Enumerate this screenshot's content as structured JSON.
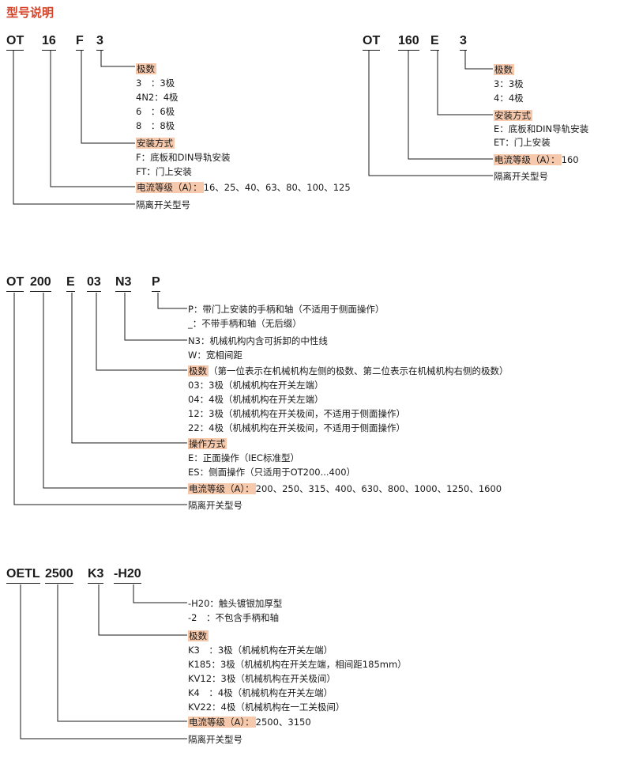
{
  "title": "型号说明",
  "block1": {
    "codes": [
      "OT",
      "16",
      "F",
      "3"
    ],
    "poles_title": "极数",
    "poles": [
      "3　：3极",
      "4N2：4极",
      "6　：6极",
      "8　：8极"
    ],
    "mount_title": "安装方式",
    "mount": [
      "F：底板和DIN导轨安装",
      "FT：门上安装"
    ],
    "current_title": "电流等级（A）：",
    "current_values": "16、25、40、63、80、100、125",
    "type": "隔离开关型号"
  },
  "block2": {
    "codes": [
      "OT",
      "160",
      "E",
      "3"
    ],
    "poles_title": "极数",
    "poles": [
      "3：3极",
      "4：4极"
    ],
    "mount_title": "安装方式",
    "mount": [
      "E：底板和DIN导轨安装",
      "ET：门上安装"
    ],
    "current_title": "电流等级（A）：",
    "current_values": "160",
    "type": "隔离开关型号"
  },
  "block3": {
    "codes": [
      "OT",
      "200",
      "E",
      "03",
      "N3",
      "P"
    ],
    "handle": [
      "P：带门上安装的手柄和轴（不适用于侧面操作）",
      "_：不带手柄和轴（无后缀）"
    ],
    "neutral": [
      "N3：机械机构内含可拆卸的中性线",
      "W：宽相间距"
    ],
    "poles_title": "极数",
    "poles_title_rest": "（第一位表示在机械机构左侧的极数、第二位表示在机械机构右侧的极数）",
    "poles": [
      "03：3极（机械机构在开关左端）",
      "04：4极（机械机构在开关左端）",
      "12：3极（机械机构在开关极间，不适用于侧面操作）",
      "22：4极（机械机构在开关极间，不适用于侧面操作）"
    ],
    "op_title": "操作方式",
    "op": [
      "E：正面操作（IEC标准型）",
      "ES：侧面操作（只适用于OT200...400）"
    ],
    "current_title": "电流等级（A）：",
    "current_values": "200、250、315、400、630、800、1000、1250、1600",
    "type": "隔离开关型号"
  },
  "block4": {
    "codes": [
      "OETL",
      "2500",
      "K3",
      "-H20"
    ],
    "suffix": [
      "-H20：触头镀银加厚型",
      "-2　：不包含手柄和轴"
    ],
    "poles_title": "极数",
    "poles": [
      "K3　：3极（机械机构在开关左端）",
      "K185：3极（机械机构在开关左端，相间距185mm）",
      "KV12：3极（机械机构在开关极间）",
      "K4　：4极（机械机构在开关左端）",
      "KV22：4极（机械机构在一工关极间）"
    ],
    "current_title": "电流等级（A）：",
    "current_values": "2500、3150",
    "type": "隔离开关型号"
  }
}
